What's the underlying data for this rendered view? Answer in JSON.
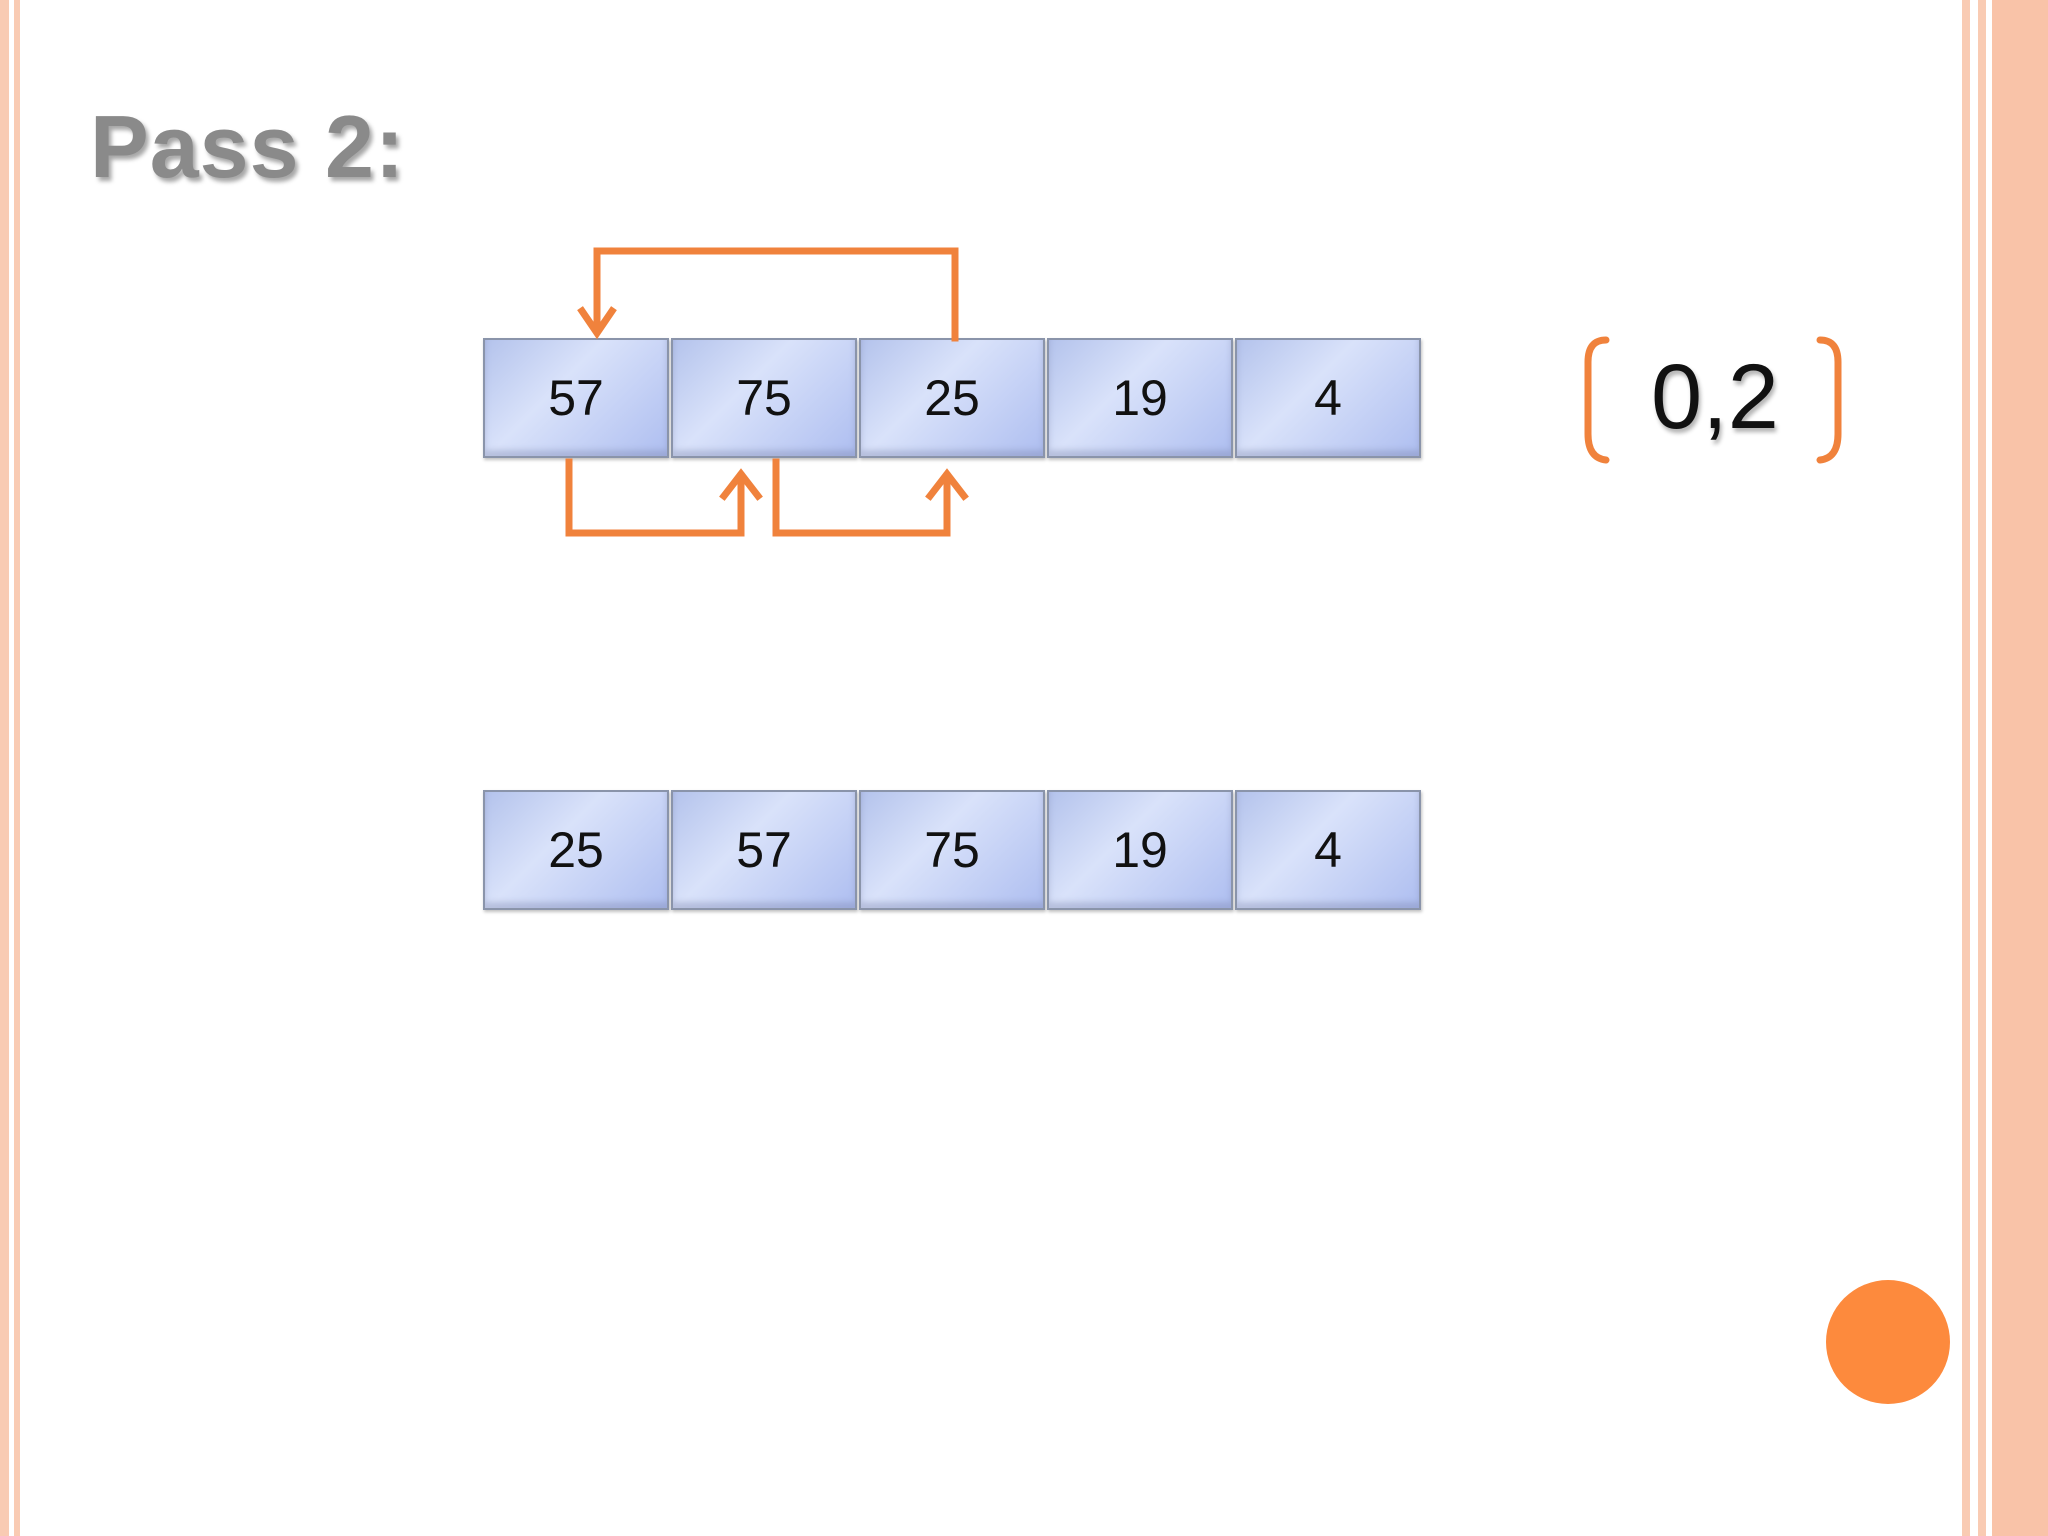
{
  "title": "Pass 2:",
  "array_before": [
    "57",
    "75",
    "25",
    "19",
    "4"
  ],
  "array_after": [
    "25",
    "57",
    "75",
    "19",
    "4"
  ],
  "range_label": "0,2",
  "colors": {
    "accent": "#f0823c",
    "cell_fill": "#b4c3ec",
    "border": "#f9cbb3",
    "dot": "#fd8a3d"
  }
}
